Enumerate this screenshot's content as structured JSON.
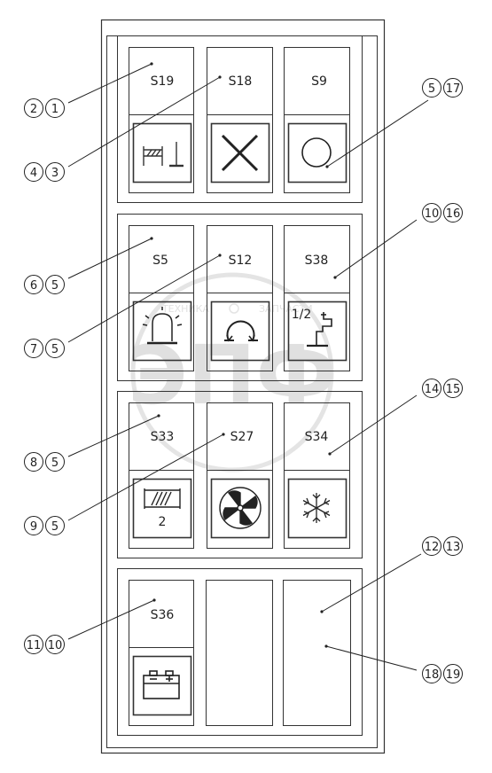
{
  "switches": [
    {
      "code": "S19",
      "icon": "ladder-work-light-icon"
    },
    {
      "code": "S18",
      "icon": "cross-icon"
    },
    {
      "code": "S9",
      "icon": "circle-icon"
    },
    {
      "code": "S5",
      "icon": "beacon-icon"
    },
    {
      "code": "S12",
      "icon": "rotation-icon"
    },
    {
      "code": "S38",
      "icon": "half-gear-icon",
      "icon_text": "1/2"
    },
    {
      "code": "S33",
      "icon": "heated-window-icon",
      "icon_text": "2"
    },
    {
      "code": "S27",
      "icon": "fan-icon"
    },
    {
      "code": "S34",
      "icon": "snowflake-icon"
    },
    {
      "code": "S36",
      "icon": "battery-icon"
    }
  ],
  "callouts": [
    {
      "a": "2",
      "b": "1"
    },
    {
      "a": "4",
      "b": "3"
    },
    {
      "a": "5",
      "b": "17"
    },
    {
      "a": "6",
      "b": "5"
    },
    {
      "a": "10",
      "b": "16"
    },
    {
      "a": "7",
      "b": "5"
    },
    {
      "a": "14",
      "b": "15"
    },
    {
      "a": "8",
      "b": "5"
    },
    {
      "a": "9",
      "b": "5"
    },
    {
      "a": "12",
      "b": "13"
    },
    {
      "a": "11",
      "b": "10"
    },
    {
      "a": "18",
      "b": "19"
    }
  ],
  "watermark": {
    "letters": "ЭПФ",
    "line1": "ТЕХНИКА",
    "line2": "ЗАПЧАСТИ"
  }
}
